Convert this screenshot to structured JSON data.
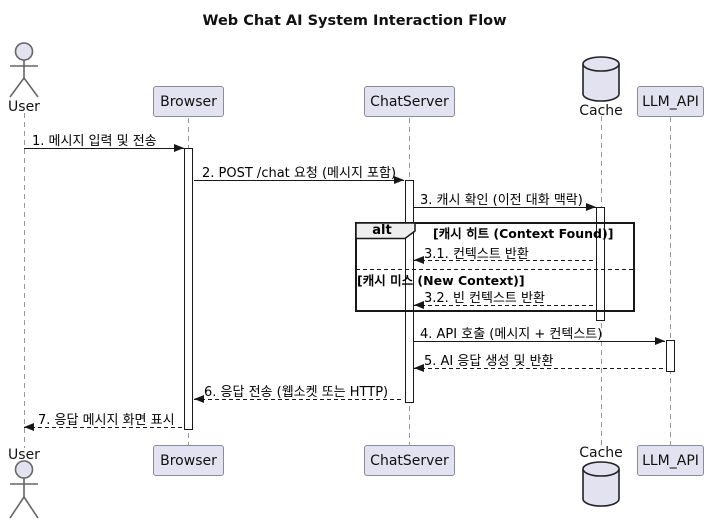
{
  "title": "Web Chat AI System Interaction Flow",
  "diagram_type": "uml-sequence",
  "participants": {
    "user": {
      "label": "User",
      "kind": "actor"
    },
    "browser": {
      "label": "Browser",
      "kind": "participant"
    },
    "chatserver": {
      "label": "ChatServer",
      "kind": "participant"
    },
    "cache": {
      "label": "Cache",
      "kind": "database"
    },
    "llm_api": {
      "label": "LLM_API",
      "kind": "participant"
    }
  },
  "fragment": {
    "operator": "alt",
    "condition_hit": "[캐시 히트 (Context Found)]",
    "condition_miss": "[캐시 미스 (New Context)]"
  },
  "messages": [
    {
      "label": "1. 메시지 입력 및 전송",
      "from": "user",
      "to": "browser",
      "line": "solid"
    },
    {
      "label": "2. POST /chat 요청 (메시지 포함)",
      "from": "browser",
      "to": "chatserver",
      "line": "solid"
    },
    {
      "label": "3. 캐시 확인 (이전 대화 맥락)",
      "from": "chatserver",
      "to": "cache",
      "line": "solid"
    },
    {
      "label": "3.1. 컨텍스트 반환",
      "from": "cache",
      "to": "chatserver",
      "line": "dashed"
    },
    {
      "label": "3.2. 빈 컨텍스트 반환",
      "from": "cache",
      "to": "chatserver",
      "line": "dashed"
    },
    {
      "label": "4. API 호출 (메시지 + 컨텍스트)",
      "from": "chatserver",
      "to": "llm_api",
      "line": "solid"
    },
    {
      "label": "5. AI 응답 생성 및 반환",
      "from": "llm_api",
      "to": "chatserver",
      "line": "dashed"
    },
    {
      "label": "6. 응답 전송 (웹소켓 또는 HTTP)",
      "from": "chatserver",
      "to": "browser",
      "line": "dashed"
    },
    {
      "label": "7. 응답 메시지 화면 표시",
      "from": "browser",
      "to": "user",
      "line": "dashed"
    }
  ],
  "colors": {
    "participant_fill": "#E2E2F0",
    "participant_border": "#8A8A9E",
    "actor_line": "#666666",
    "frame_border": "#181818",
    "lifeline": "#999999",
    "arrow": "#181818",
    "operator_fill": "#EEEEEE",
    "background": "#FFFFFF"
  }
}
